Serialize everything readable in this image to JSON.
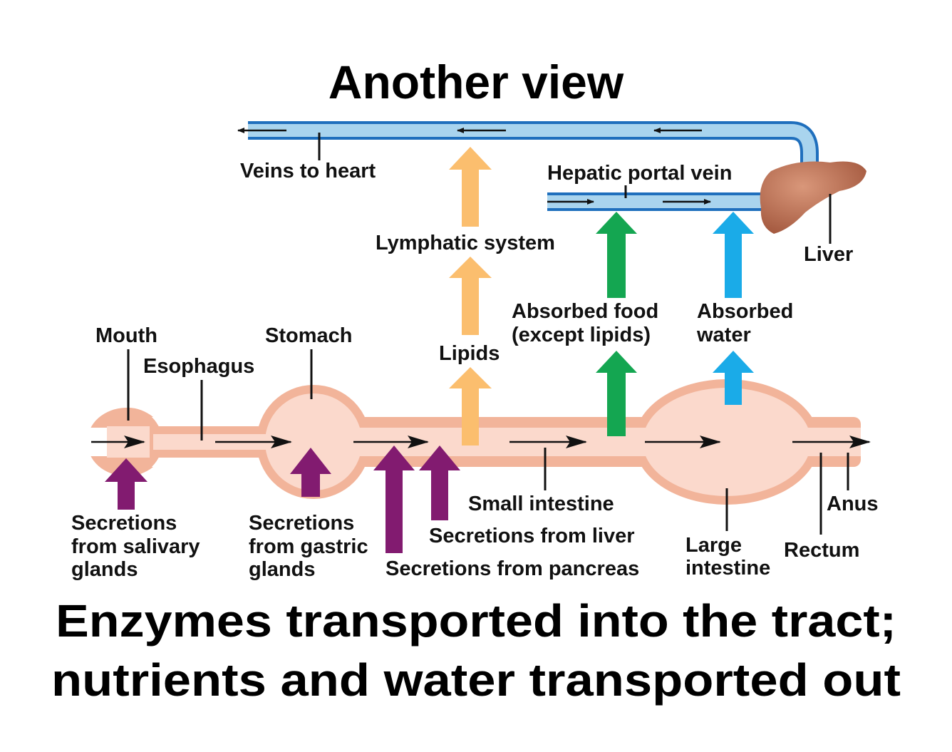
{
  "title": "Another view",
  "caption": {
    "line1": "Enzymes transported into the tract;",
    "line2": "nutrients and water transported out"
  },
  "labels": {
    "veins_to_heart": "Veins to heart",
    "hepatic_portal_vein": "Hepatic portal vein",
    "liver": "Liver",
    "lymphatic_system": "Lymphatic system",
    "absorbed_food_1": "Absorbed food",
    "absorbed_food_2": "(except lipids)",
    "absorbed_water_1": "Absorbed",
    "absorbed_water_2": "water",
    "lipids": "Lipids",
    "mouth": "Mouth",
    "esophagus": "Esophagus",
    "stomach": "Stomach",
    "small_intestine": "Small intestine",
    "large_intestine_1": "Large",
    "large_intestine_2": "intestine",
    "rectum": "Rectum",
    "anus": "Anus",
    "salivary_1": "Secretions",
    "salivary_2": "from salivary",
    "salivary_3": "glands",
    "gastric_1": "Secretions",
    "gastric_2": "from gastric",
    "gastric_3": "glands",
    "liver_secretions": "Secretions from liver",
    "pancreas_secretions": "Secretions from pancreas"
  },
  "colors": {
    "tract_outer": "#f2b49a",
    "tract_inner": "#fbd9cc",
    "vein_fill": "#a9d4ee",
    "vein_border": "#1f6fbd",
    "lipid_arrow": "#fbbe6e",
    "food_arrow": "#14a651",
    "water_arrow": "#1aabe8",
    "secretion_arrow": "#821b70",
    "liver": "#c07a5c"
  }
}
